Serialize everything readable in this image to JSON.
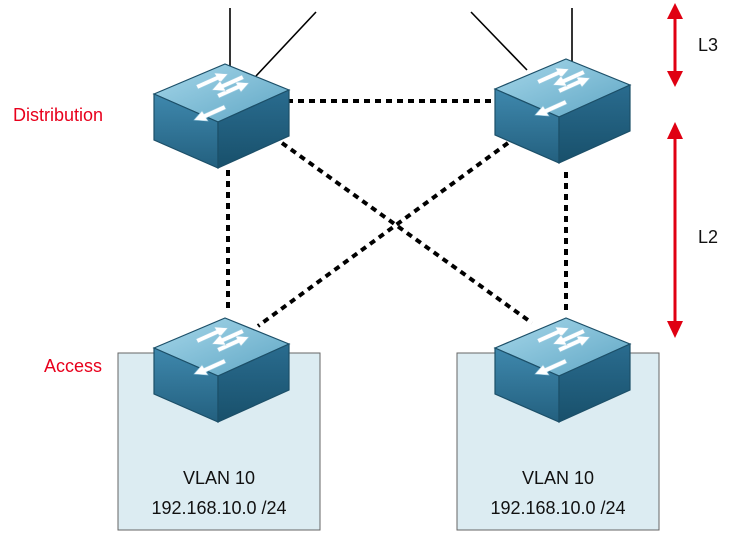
{
  "tiers": {
    "distribution": "Distribution",
    "access": "Access"
  },
  "layers": {
    "l3": "L3",
    "l2": "L2"
  },
  "access_segments": [
    {
      "vlan": "VLAN 10",
      "subnet": "192.168.10.0 /24"
    },
    {
      "vlan": "VLAN 10",
      "subnet": "192.168.10.0 /24"
    }
  ],
  "switches": [
    {
      "id": "dist-left",
      "tier": "distribution",
      "icon": "layer2-switch-icon"
    },
    {
      "id": "dist-right",
      "tier": "distribution",
      "icon": "layer2-switch-icon"
    },
    {
      "id": "access-left",
      "tier": "access",
      "icon": "layer2-switch-icon"
    },
    {
      "id": "access-right",
      "tier": "access",
      "icon": "layer2-switch-icon"
    }
  ],
  "links": [
    {
      "from": "dist-left",
      "to": "dist-right",
      "style": "dashed"
    },
    {
      "from": "dist-left",
      "to": "access-left",
      "style": "dashed"
    },
    {
      "from": "dist-left",
      "to": "access-right",
      "style": "dashed"
    },
    {
      "from": "dist-right",
      "to": "access-left",
      "style": "dashed"
    },
    {
      "from": "dist-right",
      "to": "access-right",
      "style": "dashed"
    }
  ],
  "colors": {
    "label_red": "#e8001c",
    "arrow_red": "#e00012",
    "segment_fill": "#dcecf2",
    "switch_top": "#7fc0d9",
    "switch_front": "#2e7698",
    "switch_side": "#1e5a78"
  }
}
